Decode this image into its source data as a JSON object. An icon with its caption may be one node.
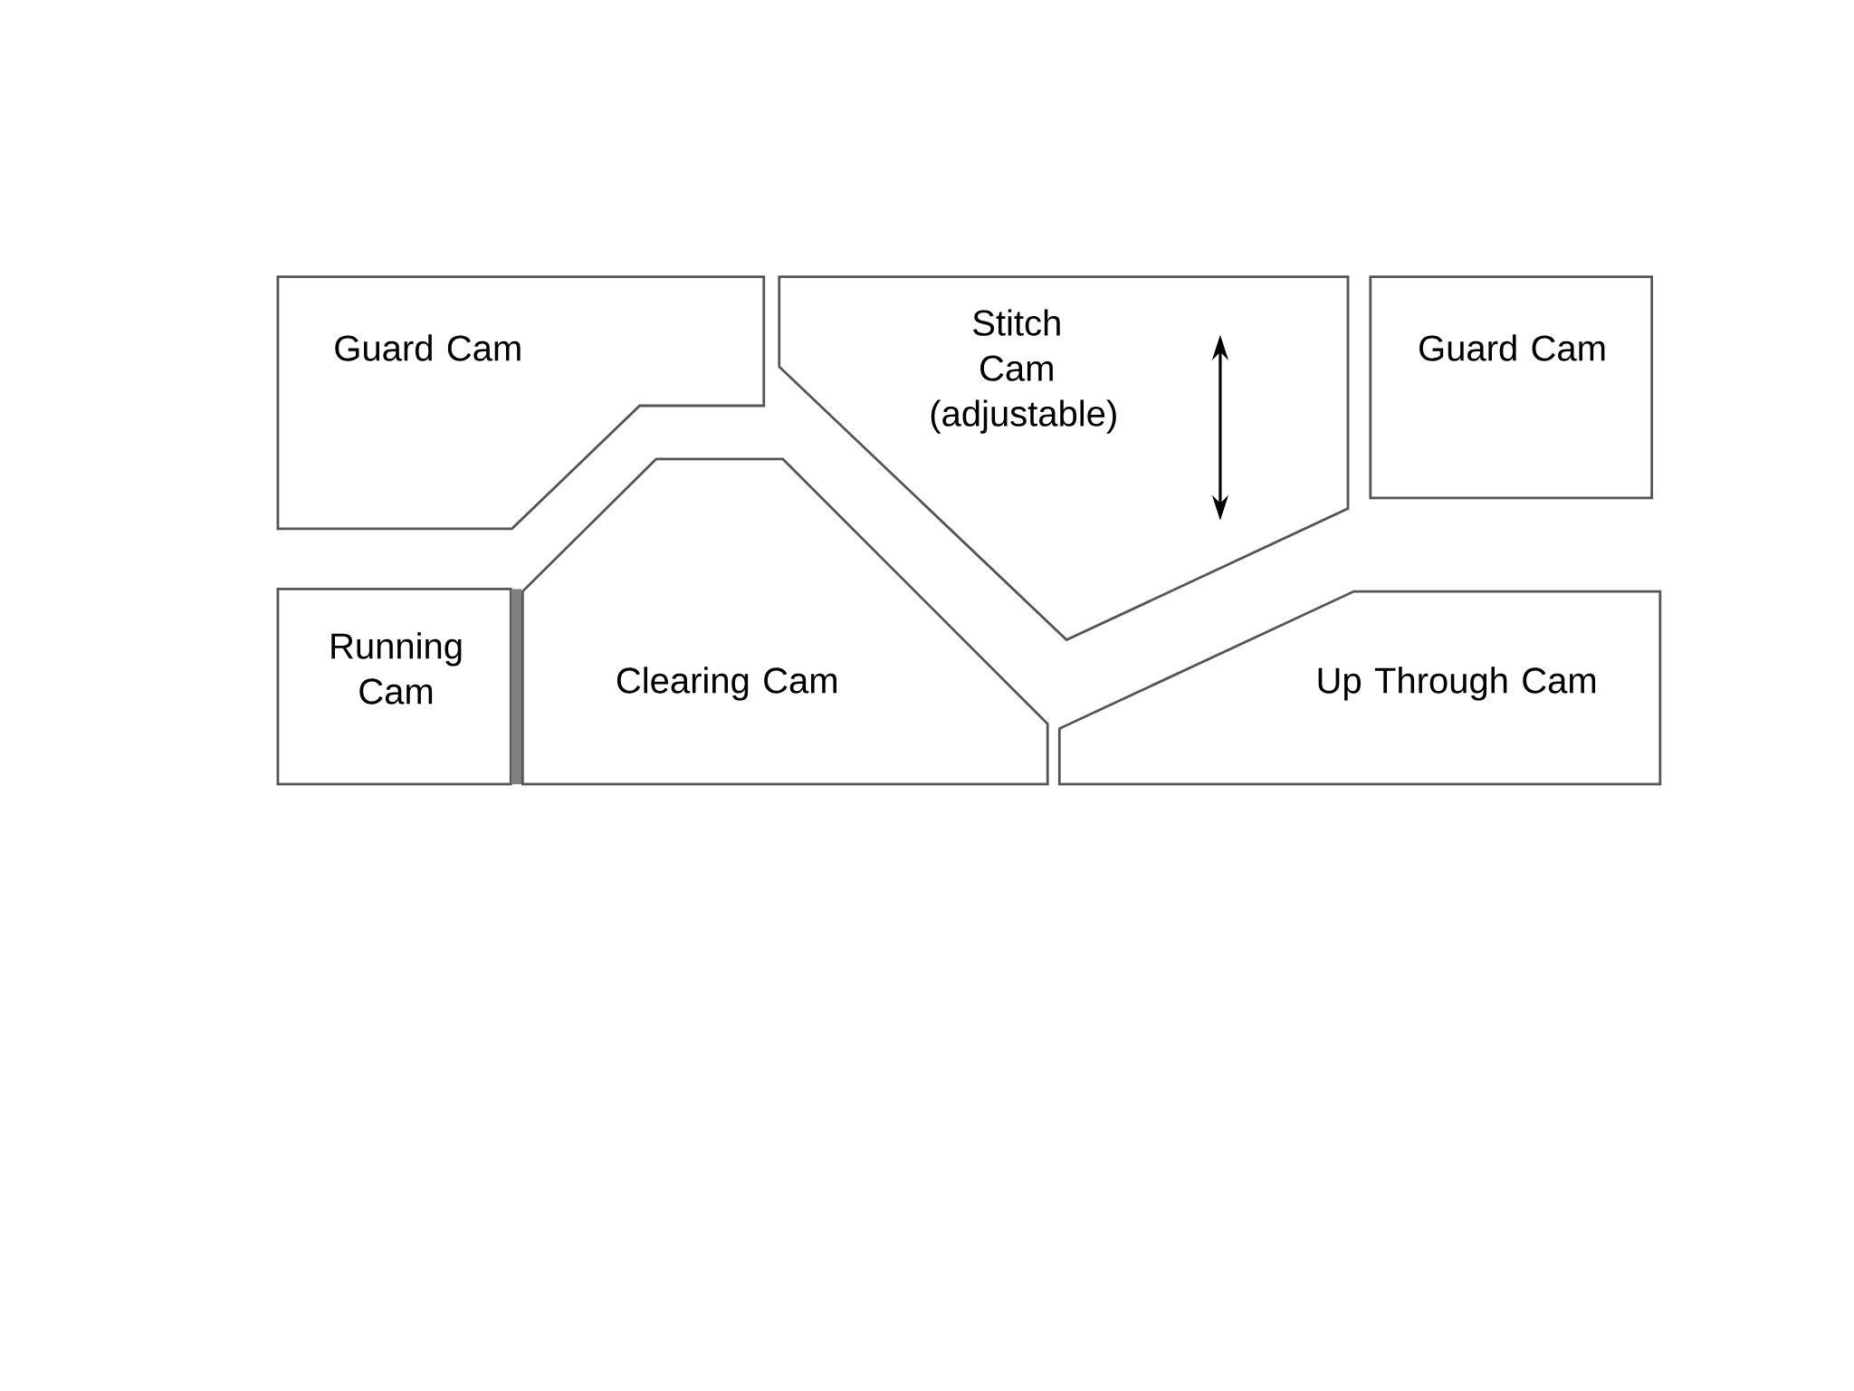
{
  "diagram": {
    "nodes": [
      {
        "text": [
          "Guard Cam"
        ]
      },
      {
        "text": [
          "Stitch Cam (adjustable)"
        ]
      },
      {
        "text": [
          "Guard Cam"
        ]
      },
      {
        "text": [
          "Running Cam"
        ]
      },
      {
        "text": [
          "Clearing Cam"
        ]
      },
      {
        "text": [
          "Up Through Cam"
        ]
      }
    ]
  }
}
